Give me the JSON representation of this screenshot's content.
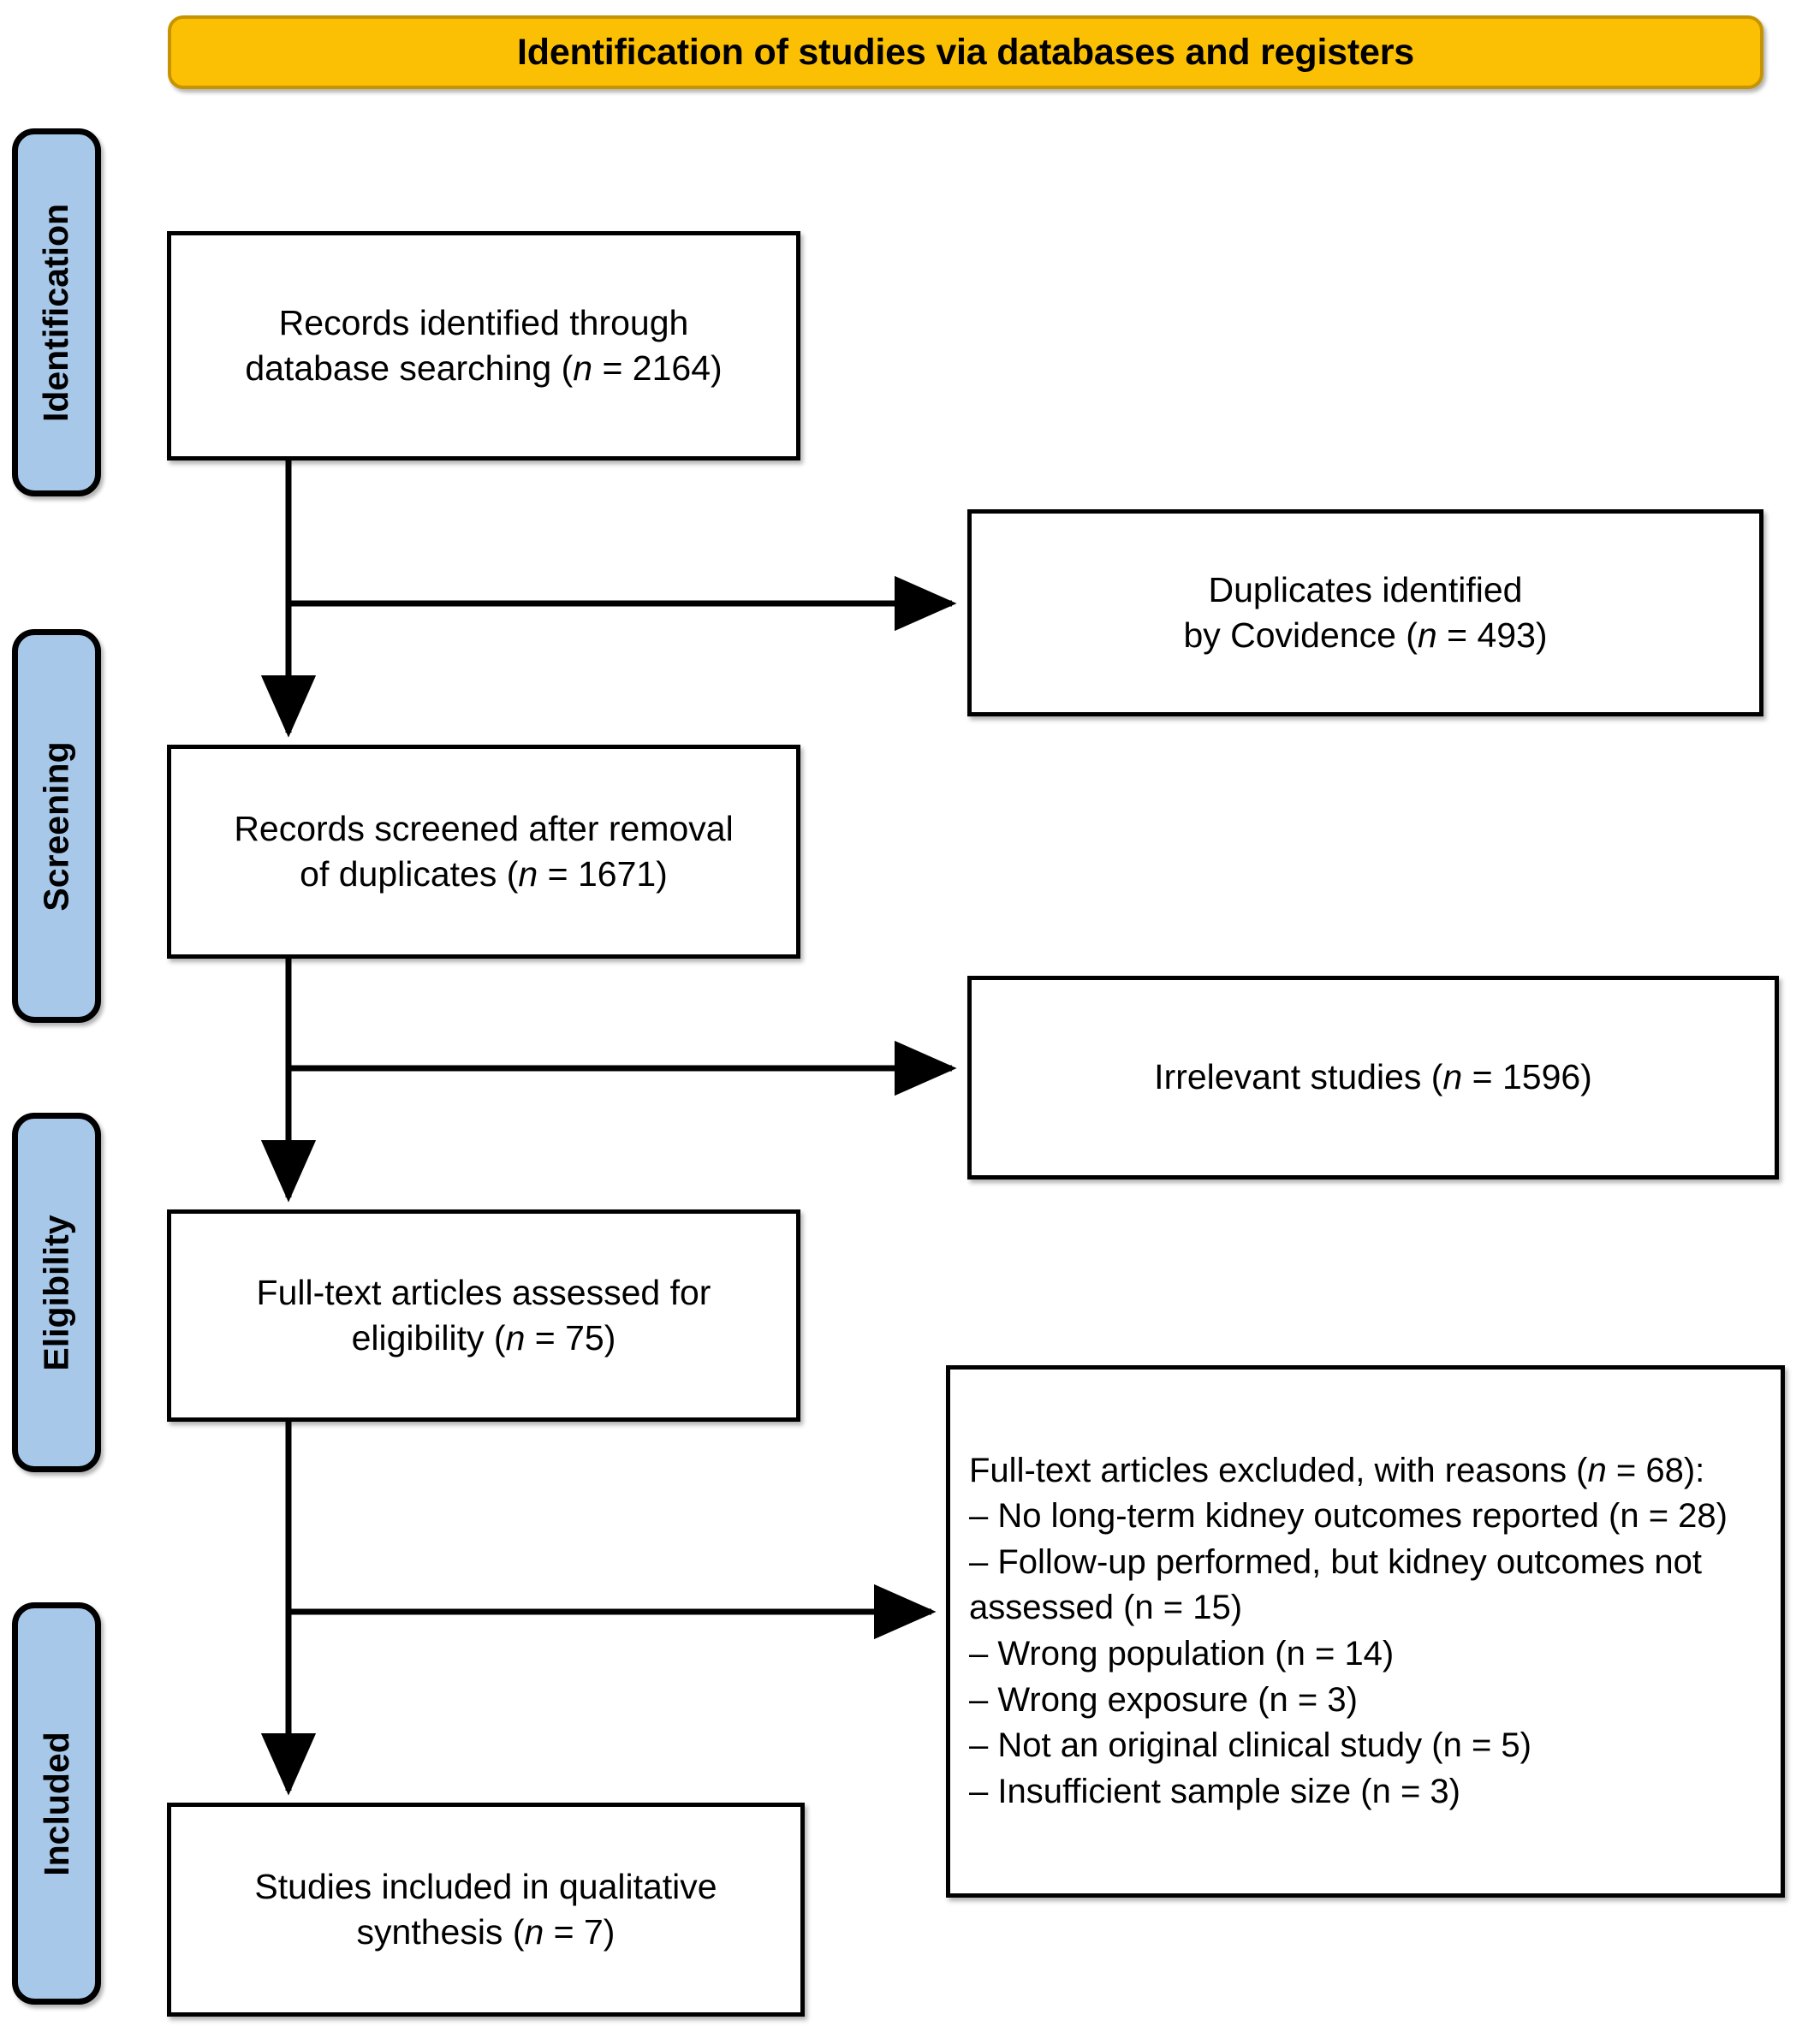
{
  "header": {
    "title": "Identification of studies via databases and registers",
    "background_color": "#fbc004",
    "border_color": "#c79400"
  },
  "sidebar": {
    "background_color": "#a7c8e9",
    "items": [
      {
        "label": "Identification"
      },
      {
        "label": "Screening"
      },
      {
        "label": "Eligibility"
      },
      {
        "label": "Included"
      }
    ]
  },
  "flow": {
    "identified": {
      "line1": "Records identified through",
      "line2_pre": "database searching (",
      "line2_n": "n",
      "line2_post": " = 2164)"
    },
    "duplicates": {
      "line1": "Duplicates identified",
      "line2_pre": "by Covidence (",
      "line2_n": "n",
      "line2_post": " = 493)"
    },
    "screened": {
      "line1": "Records screened after removal",
      "line2_pre": "of duplicates (",
      "line2_n": "n",
      "line2_post": " = 1671)"
    },
    "irrelevant": {
      "line1_pre": "Irrelevant studies (",
      "line1_n": "n",
      "line1_post": " = 1596)"
    },
    "fulltext": {
      "line1": "Full-text articles assessed for",
      "line2_pre": "eligibility (",
      "line2_n": "n",
      "line2_post": " = 75)"
    },
    "excluded": {
      "heading_pre": "Full-text articles excluded, with reasons (",
      "heading_n": "n",
      "heading_post": " = 68):",
      "reasons": [
        "– No long-term kidney outcomes reported (n = 28)",
        "– Follow-up performed, but kidney outcomes not assessed (n = 15)",
        "– Wrong population (n = 14)",
        "– Wrong exposure (n = 3)",
        "– Not an original clinical study (n = 5)",
        "– Insufficient sample size (n = 3)"
      ]
    },
    "included": {
      "line1": "Studies included in qualitative",
      "line2_pre": "synthesis (",
      "line2_n": "n",
      "line2_post": " = 7)"
    }
  },
  "chart_data": {
    "type": "diagram",
    "title": "Identification of studies via databases and registers",
    "nodes": [
      {
        "id": "identified",
        "stage": "Identification",
        "label": "Records identified through database searching",
        "n": 2164
      },
      {
        "id": "duplicates",
        "stage": "Identification",
        "label": "Duplicates identified by Covidence",
        "n": 493
      },
      {
        "id": "screened",
        "stage": "Screening",
        "label": "Records screened after removal of duplicates",
        "n": 1671
      },
      {
        "id": "irrelevant",
        "stage": "Screening",
        "label": "Irrelevant studies",
        "n": 1596
      },
      {
        "id": "fulltext",
        "stage": "Eligibility",
        "label": "Full-text articles assessed for eligibility",
        "n": 75
      },
      {
        "id": "excluded",
        "stage": "Eligibility",
        "label": "Full-text articles excluded, with reasons",
        "n": 68
      },
      {
        "id": "included",
        "stage": "Included",
        "label": "Studies included in qualitative synthesis",
        "n": 7
      }
    ],
    "exclusion_breakdown": [
      {
        "reason": "No long-term kidney outcomes reported",
        "n": 28
      },
      {
        "reason": "Follow-up performed, but kidney outcomes not assessed",
        "n": 15
      },
      {
        "reason": "Wrong population",
        "n": 14
      },
      {
        "reason": "Wrong exposure",
        "n": 3
      },
      {
        "reason": "Not an original clinical study",
        "n": 5
      },
      {
        "reason": "Insufficient sample size",
        "n": 3
      }
    ],
    "edges": [
      {
        "from": "identified",
        "to": "duplicates",
        "direction": "right"
      },
      {
        "from": "identified",
        "to": "screened",
        "direction": "down"
      },
      {
        "from": "screened",
        "to": "irrelevant",
        "direction": "right"
      },
      {
        "from": "screened",
        "to": "fulltext",
        "direction": "down"
      },
      {
        "from": "fulltext",
        "to": "excluded",
        "direction": "right"
      },
      {
        "from": "fulltext",
        "to": "included",
        "direction": "down"
      }
    ]
  }
}
